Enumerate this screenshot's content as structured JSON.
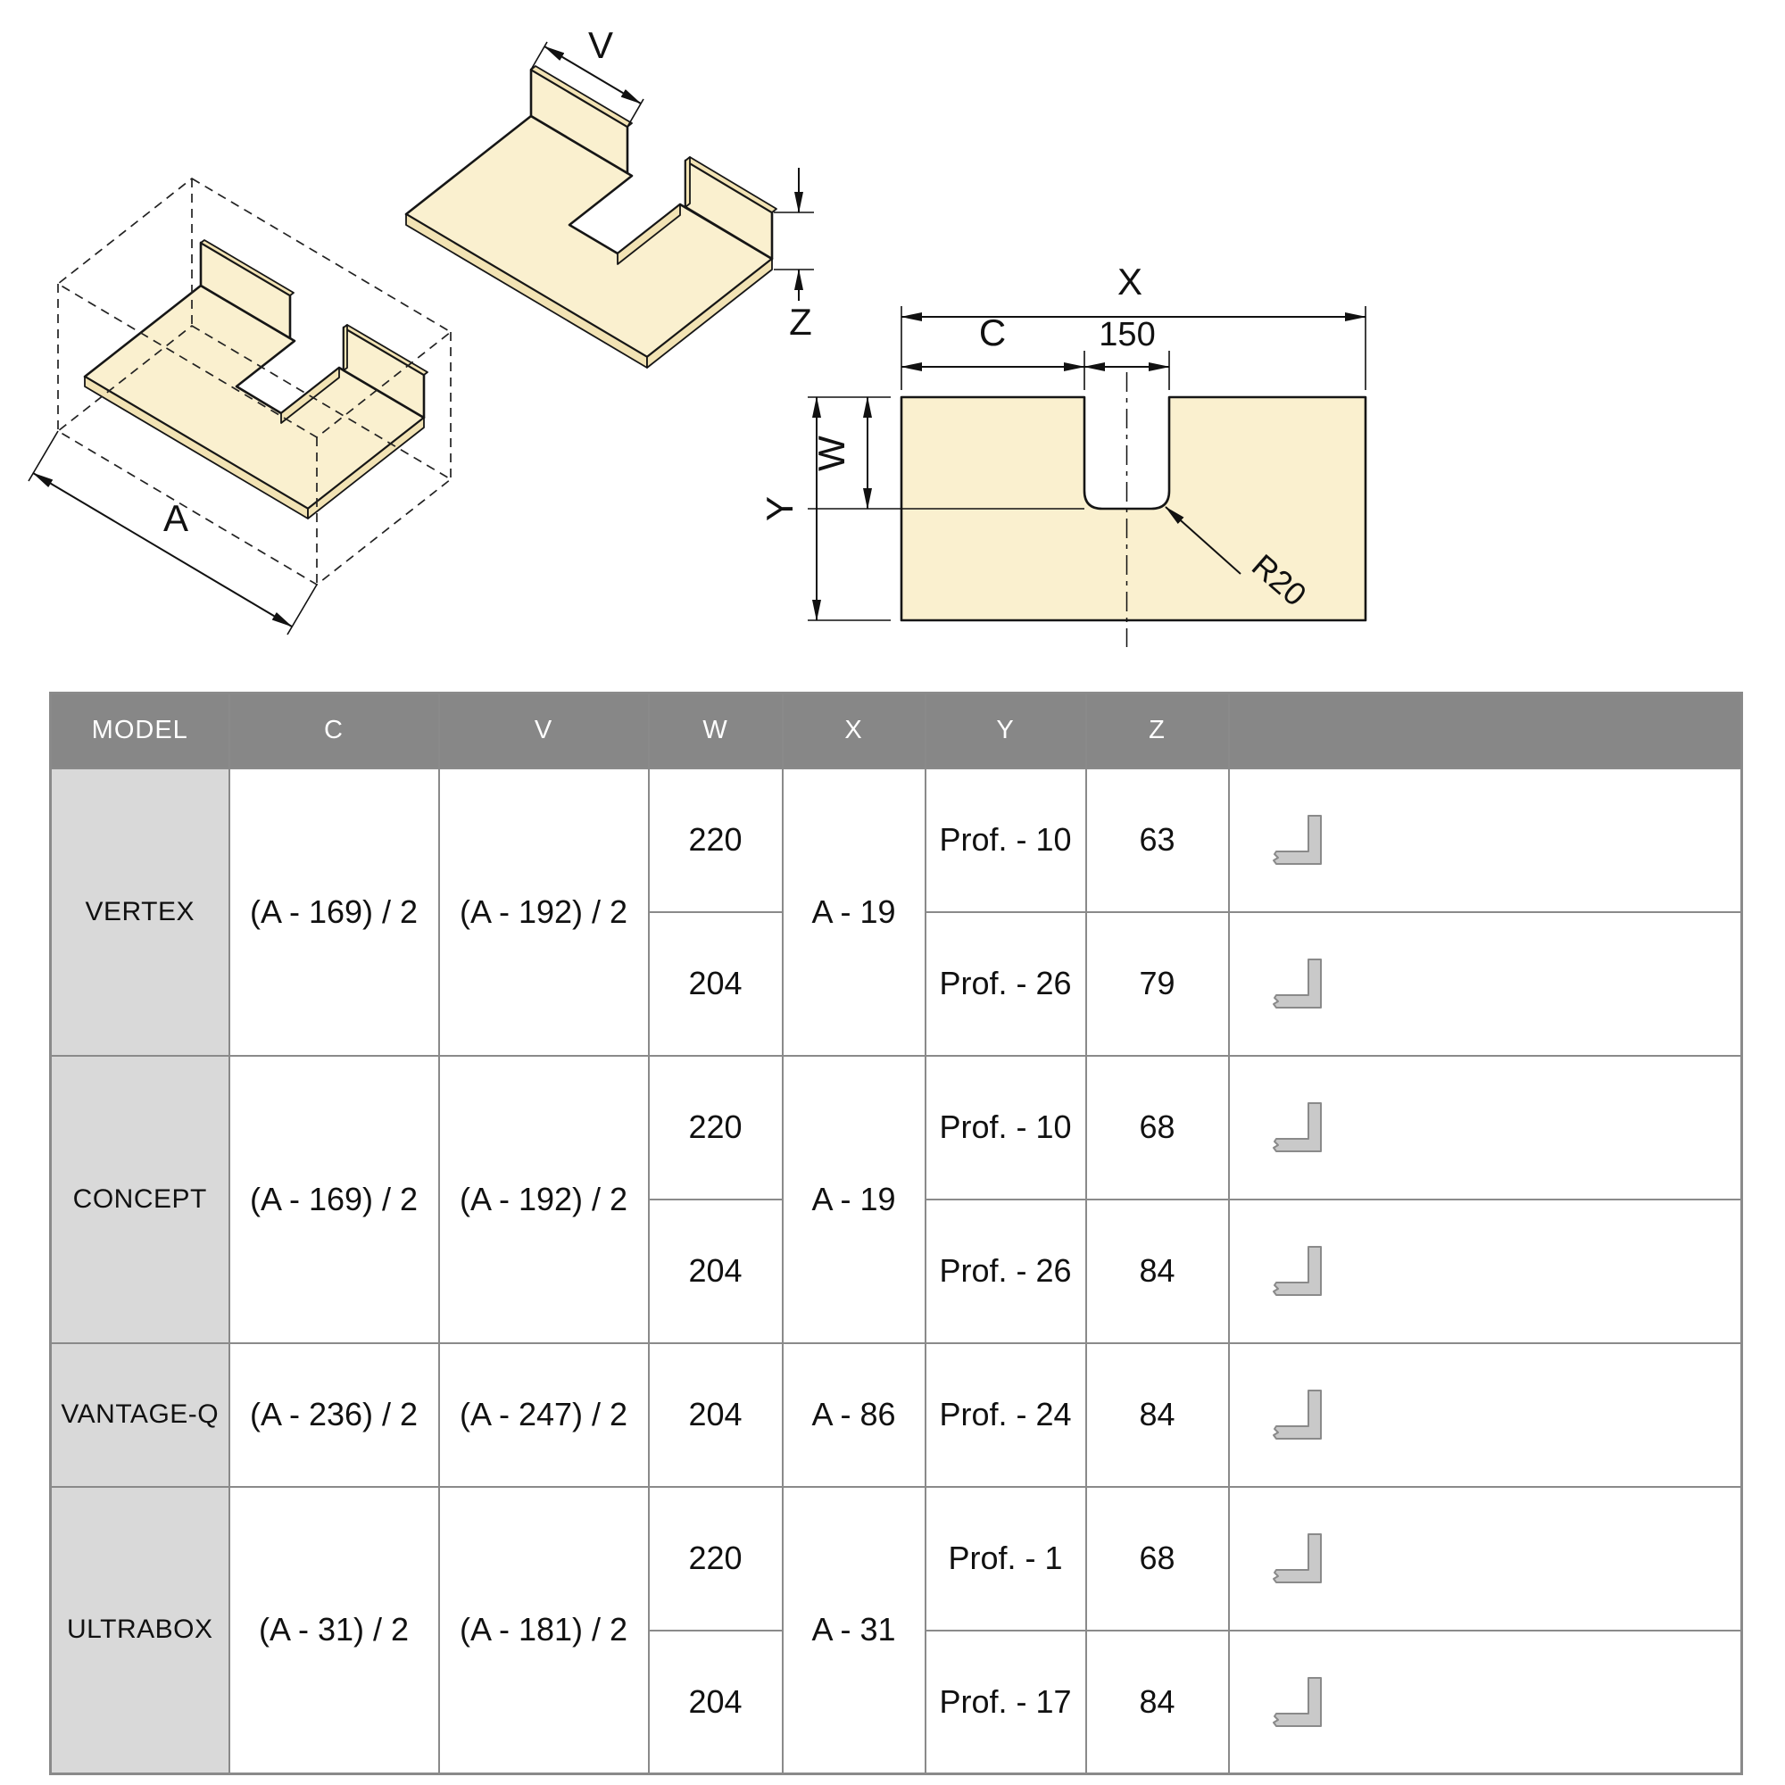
{
  "diagrams": {
    "iso_box": {
      "dim_a": "A"
    },
    "iso_panel": {
      "dim_v": "V",
      "dim_z": "Z"
    },
    "plan": {
      "dim_x": "X",
      "dim_c": "C",
      "dim_notch": "150",
      "dim_w": "W",
      "dim_y": "Y",
      "radius": "R20"
    }
  },
  "colors": {
    "panel_fill": "#FAF0CF",
    "panel_side_fill": "#F2E3B4",
    "header_bg": "#878787",
    "model_column_bg": "#D9D9D9",
    "grid_line": "#8A8A8A"
  },
  "table": {
    "headers": [
      "MODEL",
      "C",
      "V",
      "W",
      "X",
      "Y",
      "Z",
      ""
    ],
    "rows": [
      {
        "model": "VERTEX",
        "c": "(A - 169) / 2",
        "v": "(A - 192) / 2",
        "x": "A - 19",
        "sub": [
          {
            "w": "220",
            "y": "Prof. - 10",
            "z": "63"
          },
          {
            "w": "204",
            "y": "Prof. - 26",
            "z": "79"
          }
        ]
      },
      {
        "model": "CONCEPT",
        "c": "(A - 169) / 2",
        "v": "(A - 192) / 2",
        "x": "A - 19",
        "sub": [
          {
            "w": "220",
            "y": "Prof. - 10",
            "z": "68"
          },
          {
            "w": "204",
            "y": "Prof. - 26",
            "z": "84"
          }
        ]
      },
      {
        "model": "VANTAGE-Q",
        "c": "(A - 236) / 2",
        "v": "(A - 247) / 2",
        "x": "A - 86",
        "sub": [
          {
            "w": "204",
            "y": "Prof. - 24",
            "z": "84"
          }
        ]
      },
      {
        "model": "ULTRABOX",
        "c": "(A - 31) / 2",
        "v": "(A - 181) / 2",
        "x": "A - 31",
        "sub": [
          {
            "w": "220",
            "y": "Prof. - 1",
            "z": "68"
          },
          {
            "w": "204",
            "y": "Prof. - 17",
            "z": "84"
          }
        ]
      }
    ]
  }
}
